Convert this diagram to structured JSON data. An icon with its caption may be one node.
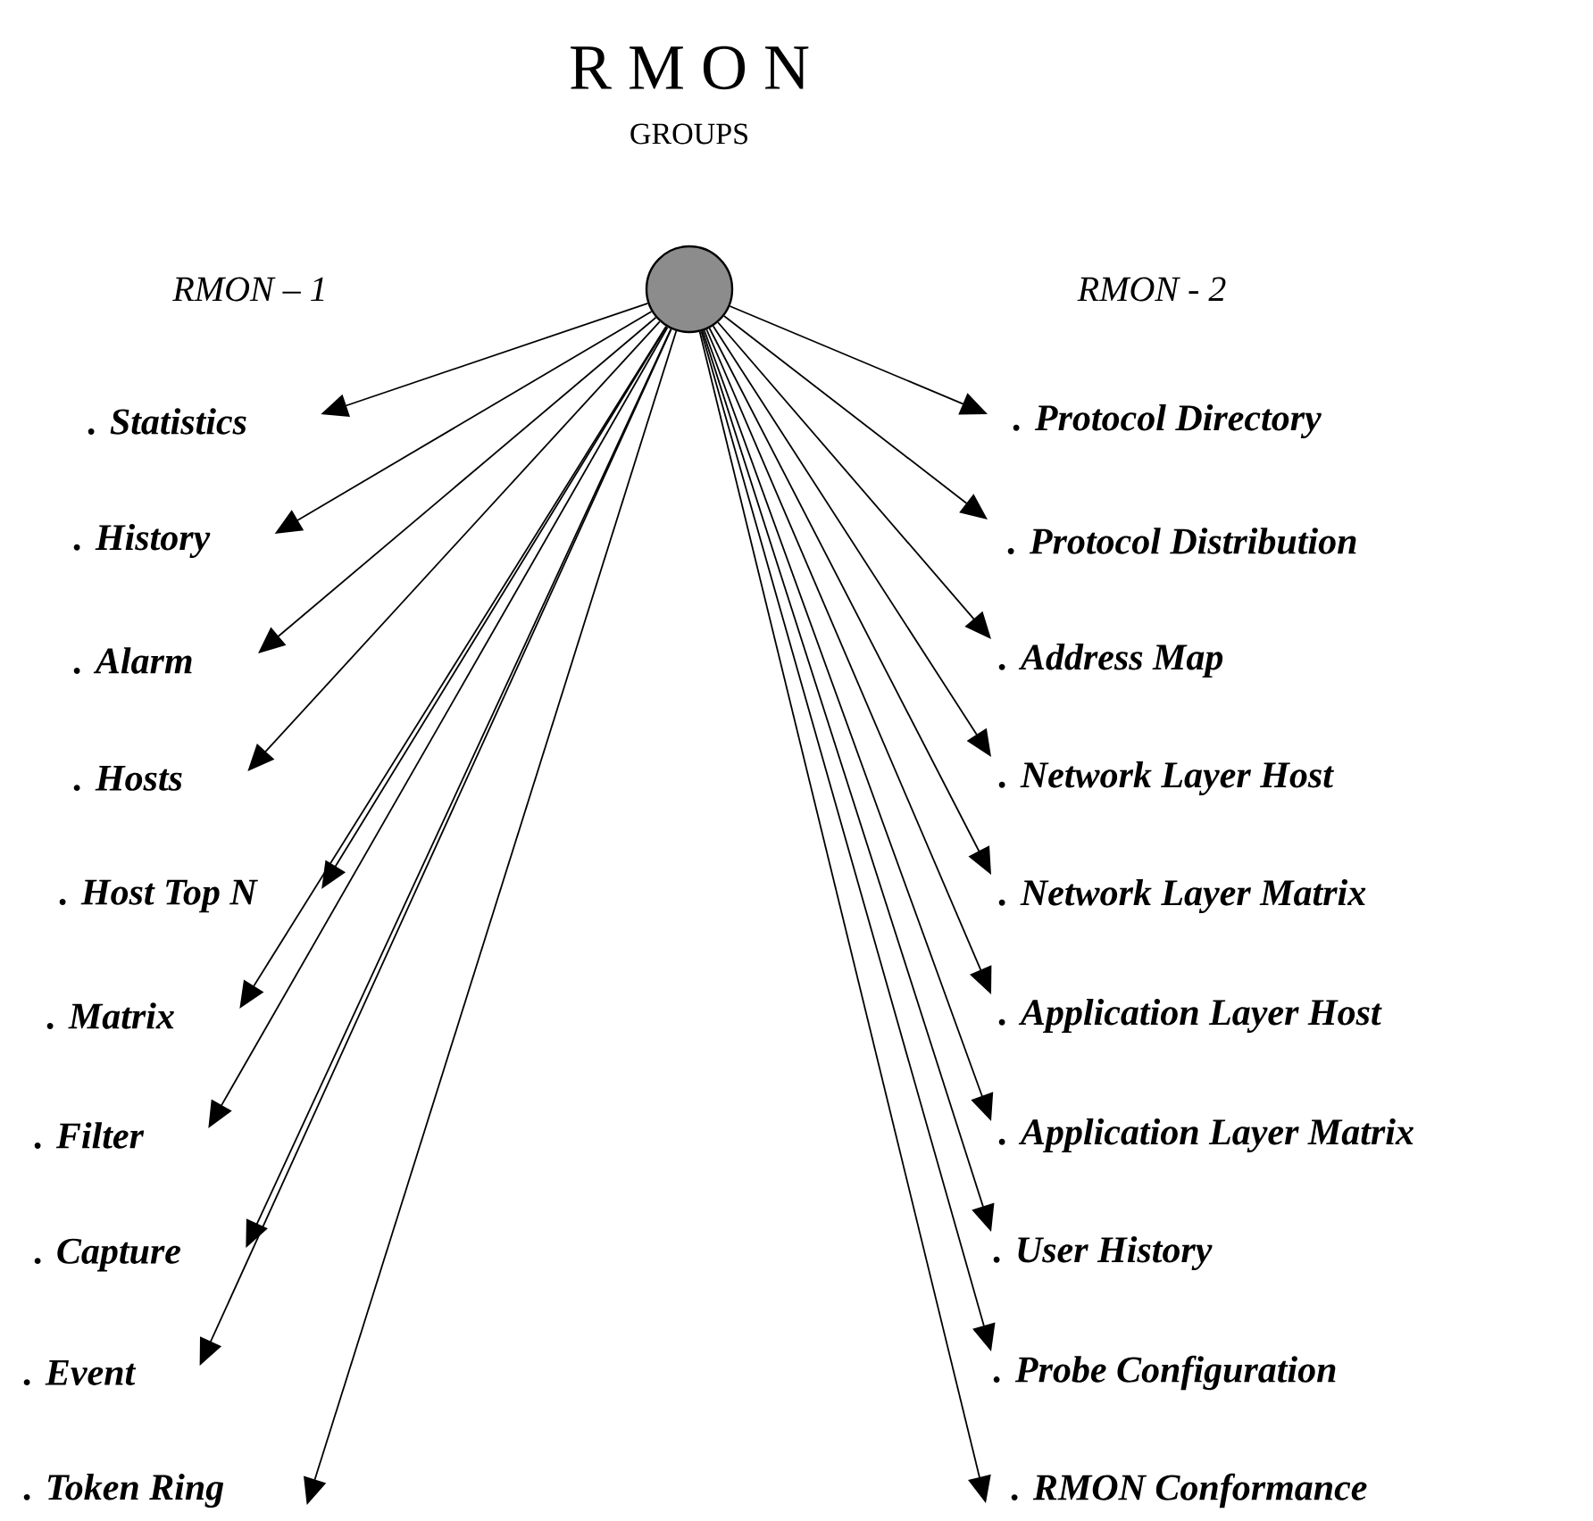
{
  "diagram": {
    "title": "R M O N",
    "nodes": [
      {
        "text": [],
        "shape": "circle"
      },
      {
        "text": [
          ". Statistics"
        ]
      },
      {
        "text": [
          ". History"
        ]
      },
      {
        "text": [
          ". Alarm"
        ]
      },
      {
        "text": [
          ". Hosts"
        ]
      },
      {
        "text": [
          ". Host Top N"
        ]
      },
      {
        "text": [
          ". Matrix"
        ]
      },
      {
        "text": [
          ". Filter"
        ]
      },
      {
        "text": [
          ". Capture"
        ]
      },
      {
        "text": [
          ". Event"
        ]
      },
      {
        "text": [
          ". Token Ring"
        ]
      },
      {
        "text": [
          ". Protocol Directory"
        ]
      },
      {
        "text": [
          ". Protocol Distribution"
        ]
      },
      {
        "text": [
          ". Address Map"
        ]
      },
      {
        "text": [
          ". Network Layer Host"
        ]
      },
      {
        "text": [
          ". Network Layer Matrix"
        ]
      },
      {
        "text": [
          ". Application Layer Host"
        ]
      },
      {
        "text": [
          ". Application Layer Matrix"
        ]
      },
      {
        "text": [
          ". User History"
        ]
      },
      {
        "text": [
          ". Probe Configuration"
        ]
      },
      {
        "text": [
          ". RMON Conformance"
        ]
      }
    ],
    "edges": [
      {
        "from": 0,
        "to": 1,
        "arrow": "to"
      },
      {
        "from": 0,
        "to": 2,
        "arrow": "to"
      },
      {
        "from": 0,
        "to": 3,
        "arrow": "to"
      },
      {
        "from": 0,
        "to": 4,
        "arrow": "to"
      },
      {
        "from": 0,
        "to": 5,
        "arrow": "to"
      },
      {
        "from": 0,
        "to": 6,
        "arrow": "to"
      },
      {
        "from": 0,
        "to": 7,
        "arrow": "to"
      },
      {
        "from": 0,
        "to": 8,
        "arrow": "to"
      },
      {
        "from": 0,
        "to": 9,
        "arrow": "to"
      },
      {
        "from": 0,
        "to": 10,
        "arrow": "to"
      },
      {
        "from": 0,
        "to": 11,
        "arrow": "to"
      },
      {
        "from": 0,
        "to": 12,
        "arrow": "to"
      },
      {
        "from": 0,
        "to": 13,
        "arrow": "to"
      },
      {
        "from": 0,
        "to": 14,
        "arrow": "to"
      },
      {
        "from": 0,
        "to": 15,
        "arrow": "to"
      },
      {
        "from": 0,
        "to": 16,
        "arrow": "to"
      },
      {
        "from": 0,
        "to": 17,
        "arrow": "to"
      },
      {
        "from": 0,
        "to": 18,
        "arrow": "to"
      },
      {
        "from": 0,
        "to": 19,
        "arrow": "to"
      },
      {
        "from": 0,
        "to": 20,
        "arrow": "to"
      }
    ],
    "labels": [
      "GROUPS",
      "RMON – 1",
      "RMON - 2"
    ]
  }
}
